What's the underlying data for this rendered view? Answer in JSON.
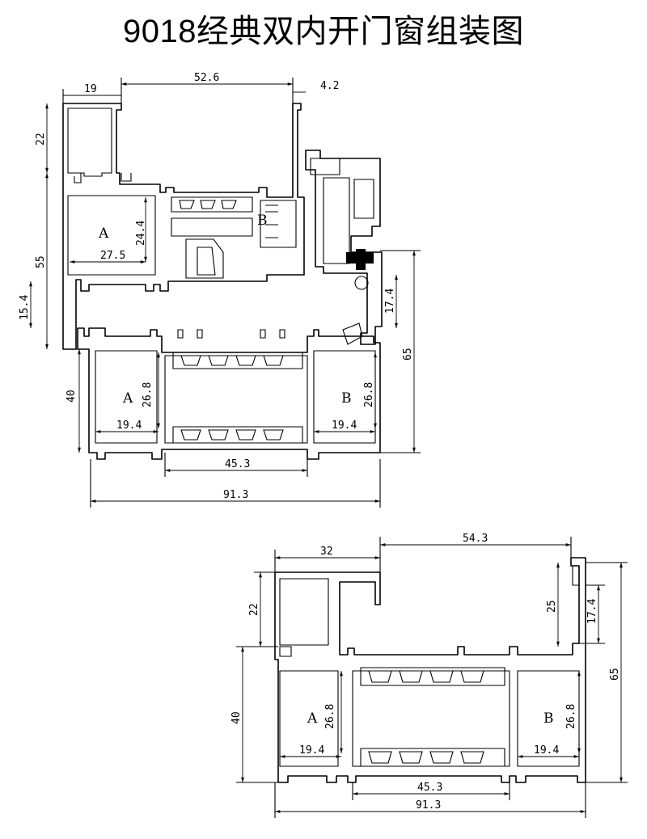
{
  "title": "9018经典双内开门窗组装图",
  "top_assembly": {
    "dims": {
      "d19": "19",
      "d52_6": "52.6",
      "d4_2": "4.2",
      "d22": "22",
      "d55": "55",
      "d15_4": "15.4",
      "d24_4": "24.4",
      "d27_5": "27.5",
      "d17_4": "17.4",
      "d65": "65",
      "d40": "40",
      "d26_8a": "26.8",
      "d19_4a": "19.4",
      "d26_8b": "26.8",
      "d19_4b": "19.4",
      "d45_3": "45.3",
      "d91_3": "91.3"
    },
    "labels": {
      "a_upper": "A",
      "b_upper": "B",
      "a_lower": "A",
      "b_lower": "B"
    }
  },
  "bottom_assembly": {
    "dims": {
      "d32": "32",
      "d54_3": "54.3",
      "d22": "22",
      "d25": "25",
      "d17_4": "17.4",
      "d65": "65",
      "d40": "40",
      "d26_8a": "26.8",
      "d19_4a": "19.4",
      "d26_8b": "26.8",
      "d19_4b": "19.4",
      "d45_3": "45.3",
      "d91_3": "91.3"
    },
    "labels": {
      "a": "A",
      "b": "B"
    }
  }
}
